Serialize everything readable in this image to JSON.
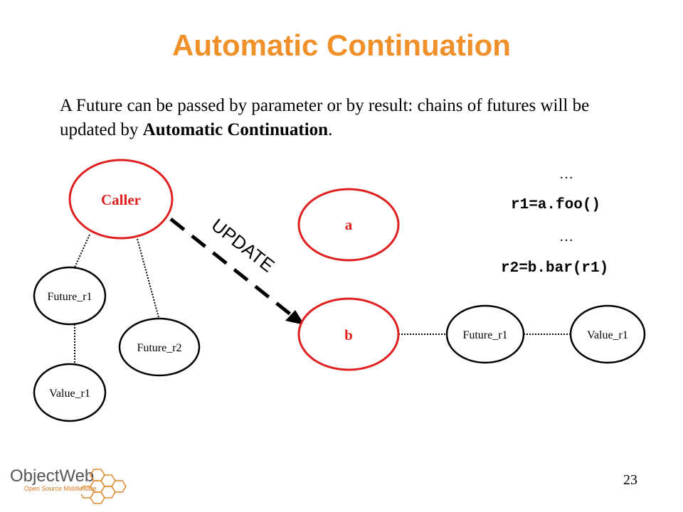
{
  "title": "Automatic Continuation",
  "intro": {
    "text_before": "A Future can be passed by parameter or by result: chains of futures will be updated by ",
    "bold": "Automatic Continuation",
    "text_after": "."
  },
  "nodes": {
    "caller": "Caller",
    "future_r1_left": "Future_r1",
    "future_r2": "Future_r2",
    "value_r1_left": "Value_r1",
    "a": "a",
    "b": "b",
    "future_r1_right": "Future_r1",
    "value_r1_right": "Value_r1"
  },
  "update_label": "UPDATE",
  "code": {
    "ellipsis_1": "…",
    "line_1": "r1=a.foo()",
    "ellipsis_2": "…",
    "line_2": "r2=b.bar(r1)"
  },
  "page_number": "23",
  "logo": {
    "name": "ObjectWeb",
    "tagline": "Open Source Middleware"
  },
  "colors": {
    "title": "#f0902a",
    "red_node": "#e02020",
    "black_node": "#000000"
  }
}
